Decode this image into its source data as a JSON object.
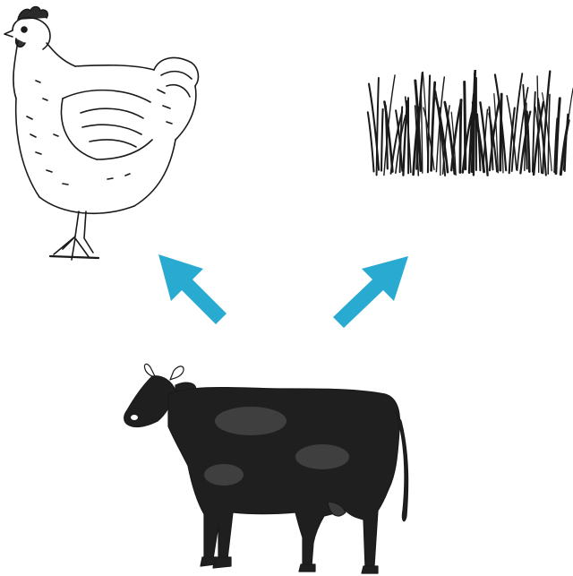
{
  "diagram": {
    "nodes": [
      {
        "id": "hen",
        "icon": "hen-icon"
      },
      {
        "id": "grass",
        "icon": "grass-icon"
      },
      {
        "id": "cow",
        "icon": "cow-icon"
      }
    ],
    "edges": [
      {
        "from": "cow",
        "to": "hen"
      },
      {
        "from": "cow",
        "to": "grass"
      }
    ],
    "colors": {
      "arrow": "#29abd1",
      "ink": "#1a1a1a",
      "background": "#ffffff"
    }
  }
}
